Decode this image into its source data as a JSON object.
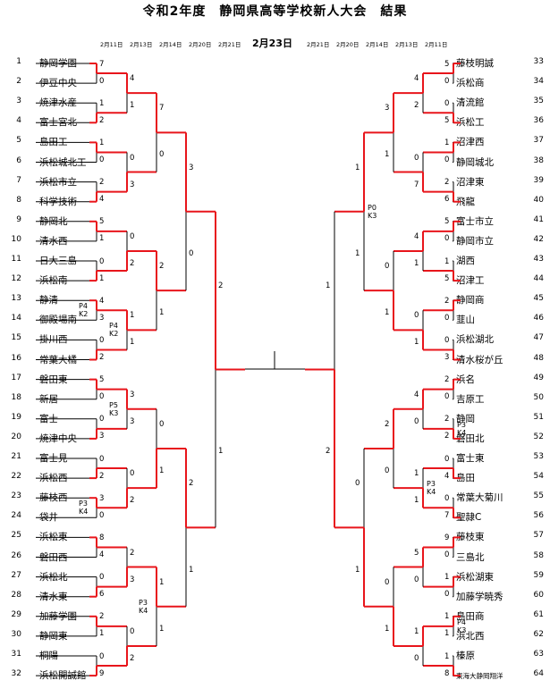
{
  "title": "令和2年度　静岡県高等学校新人大会　結果",
  "dates_left": [
    "2月11日",
    "2月13日",
    "2月14日",
    "2月20日",
    "2月21日"
  ],
  "final_date": "2月23日",
  "dates_right": [
    "2月21日",
    "2月20日",
    "2月14日",
    "2月13日",
    "2月11日"
  ],
  "left_teams": [
    {
      "seed": "1",
      "name": "静岡学園"
    },
    {
      "seed": "2",
      "name": "伊豆中央"
    },
    {
      "seed": "3",
      "name": "焼津水産"
    },
    {
      "seed": "4",
      "name": "富士宮北"
    },
    {
      "seed": "5",
      "name": "島田工"
    },
    {
      "seed": "6",
      "name": "浜松城北工"
    },
    {
      "seed": "7",
      "name": "浜松市立"
    },
    {
      "seed": "8",
      "name": "科学技術"
    },
    {
      "seed": "9",
      "name": "静岡北"
    },
    {
      "seed": "10",
      "name": "清水西"
    },
    {
      "seed": "11",
      "name": "日大三島"
    },
    {
      "seed": "12",
      "name": "浜松南"
    },
    {
      "seed": "13",
      "name": "静清"
    },
    {
      "seed": "14",
      "name": "御殿場南"
    },
    {
      "seed": "15",
      "name": "掛川西"
    },
    {
      "seed": "16",
      "name": "常葉大橘"
    },
    {
      "seed": "17",
      "name": "磐田東"
    },
    {
      "seed": "18",
      "name": "新居"
    },
    {
      "seed": "19",
      "name": "富士"
    },
    {
      "seed": "20",
      "name": "焼津中央"
    },
    {
      "seed": "21",
      "name": "富士見"
    },
    {
      "seed": "22",
      "name": "浜松西"
    },
    {
      "seed": "23",
      "name": "藤枝西"
    },
    {
      "seed": "24",
      "name": "袋井"
    },
    {
      "seed": "25",
      "name": "浜松東"
    },
    {
      "seed": "26",
      "name": "磐田西"
    },
    {
      "seed": "27",
      "name": "浜松北"
    },
    {
      "seed": "28",
      "name": "清水東"
    },
    {
      "seed": "29",
      "name": "加藤学園"
    },
    {
      "seed": "30",
      "name": "静岡東"
    },
    {
      "seed": "31",
      "name": "桐陽"
    },
    {
      "seed": "32",
      "name": "浜松開誠館"
    }
  ],
  "right_teams": [
    {
      "seed": "33",
      "name": "藤枝明誠"
    },
    {
      "seed": "34",
      "name": "浜松商"
    },
    {
      "seed": "35",
      "name": "清流館"
    },
    {
      "seed": "36",
      "name": "浜松工"
    },
    {
      "seed": "37",
      "name": "沼津西"
    },
    {
      "seed": "38",
      "name": "静岡城北"
    },
    {
      "seed": "39",
      "name": "沼津東"
    },
    {
      "seed": "40",
      "name": "飛龍"
    },
    {
      "seed": "41",
      "name": "富士市立"
    },
    {
      "seed": "42",
      "name": "静岡市立"
    },
    {
      "seed": "43",
      "name": "湖西"
    },
    {
      "seed": "44",
      "name": "沼津工"
    },
    {
      "seed": "45",
      "name": "静岡商"
    },
    {
      "seed": "46",
      "name": "韮山"
    },
    {
      "seed": "47",
      "name": "浜松湖北"
    },
    {
      "seed": "48",
      "name": "清水桜が丘"
    },
    {
      "seed": "49",
      "name": "浜名"
    },
    {
      "seed": "50",
      "name": "吉原工"
    },
    {
      "seed": "51",
      "name": "静岡"
    },
    {
      "seed": "52",
      "name": "磐田北"
    },
    {
      "seed": "53",
      "name": "富士東"
    },
    {
      "seed": "54",
      "name": "島田"
    },
    {
      "seed": "55",
      "name": "常葉大菊川"
    },
    {
      "seed": "56",
      "name": "聖隷C"
    },
    {
      "seed": "57",
      "name": "藤枝東"
    },
    {
      "seed": "58",
      "name": "三島北"
    },
    {
      "seed": "59",
      "name": "浜松湖東"
    },
    {
      "seed": "60",
      "name": "加藤学暁秀"
    },
    {
      "seed": "61",
      "name": "島田商"
    },
    {
      "seed": "62",
      "name": "浜北西"
    },
    {
      "seed": "63",
      "name": "榛原"
    },
    {
      "seed": "64",
      "name": "東海大静岡翔洋"
    }
  ],
  "left_rounds": [
    [
      {
        "top": "7",
        "bot": "0",
        "w": "top"
      },
      {
        "top": "1",
        "bot": "2",
        "w": "bot"
      },
      {
        "top": "1",
        "bot": "0",
        "w": "top"
      },
      {
        "top": "2",
        "bot": "4",
        "w": "bot"
      },
      {
        "top": "5",
        "bot": "1",
        "w": "top"
      },
      {
        "top": "0",
        "bot": "1",
        "w": "bot"
      },
      {
        "top": "4",
        "bot": "3",
        "w": "top",
        "pk": "P4 K2"
      },
      {
        "top": "0",
        "bot": "2",
        "w": "bot"
      },
      {
        "top": "5",
        "bot": "0",
        "w": "top"
      },
      {
        "top": "0",
        "bot": "3",
        "w": "bot"
      },
      {
        "top": "0",
        "bot": "2",
        "w": "bot"
      },
      {
        "top": "3",
        "bot": "0",
        "w": "top",
        "pk": "P3 K4"
      },
      {
        "top": "8",
        "bot": "4",
        "w": "top"
      },
      {
        "top": "0",
        "bot": "6",
        "w": "bot"
      },
      {
        "top": "2",
        "bot": "1",
        "w": "top"
      },
      {
        "top": "0",
        "bot": "9",
        "w": "bot"
      }
    ],
    [
      {
        "top": "4",
        "bot": "1",
        "w": "top"
      },
      {
        "top": "0",
        "bot": "3",
        "w": "bot"
      },
      {
        "top": "0",
        "bot": "2",
        "w": "bot"
      },
      {
        "top": "1",
        "bot": "1",
        "w": "top",
        "pk": "P4 K2"
      },
      {
        "top": "3",
        "bot": "3",
        "w": "top",
        "pk": "P5 K3"
      },
      {
        "top": "0",
        "bot": "2",
        "w": "bot"
      },
      {
        "top": "2",
        "bot": "3",
        "w": "bot"
      },
      {
        "top": "0",
        "bot": "2",
        "w": "bot"
      }
    ],
    [
      {
        "top": "7",
        "bot": "0",
        "w": "top"
      },
      {
        "top": "2",
        "bot": "1",
        "w": "top"
      },
      {
        "top": "0",
        "bot": "1",
        "w": "bot"
      },
      {
        "top": "1",
        "bot": "1",
        "w": "top",
        "pk": "P3 K4"
      }
    ],
    [
      {
        "top": "3",
        "bot": "0",
        "w": "top"
      },
      {
        "top": "2",
        "bot": "1",
        "w": "top"
      }
    ],
    [
      {
        "top": "2",
        "bot": "1",
        "w": "top"
      }
    ]
  ],
  "right_rounds": [
    [
      {
        "top": "5",
        "bot": "0",
        "w": "top"
      },
      {
        "top": "0",
        "bot": "5",
        "w": "bot"
      },
      {
        "top": "1",
        "bot": "0",
        "w": "top"
      },
      {
        "top": "2",
        "bot": "6",
        "w": "bot"
      },
      {
        "top": "5",
        "bot": "0",
        "w": "top"
      },
      {
        "top": "1",
        "bot": "5",
        "w": "bot"
      },
      {
        "top": "2",
        "bot": "0",
        "w": "top"
      },
      {
        "top": "0",
        "bot": "3",
        "w": "bot"
      },
      {
        "top": "2",
        "bot": "0",
        "w": "top"
      },
      {
        "top": "2",
        "bot": "2",
        "w": "bot",
        "pk": "P3 K4"
      },
      {
        "top": "0",
        "bot": "4",
        "w": "bot"
      },
      {
        "top": "0",
        "bot": "7",
        "w": "bot"
      },
      {
        "top": "9",
        "bot": "0",
        "w": "top"
      },
      {
        "top": "1",
        "bot": "0",
        "w": "top"
      },
      {
        "top": "1",
        "bot": "1",
        "w": "top",
        "pk": "P4 K3"
      },
      {
        "top": "1",
        "bot": "8",
        "w": "bot"
      }
    ],
    [
      {
        "top": "4",
        "bot": "2",
        "w": "top"
      },
      {
        "top": "0",
        "bot": "7",
        "w": "bot"
      },
      {
        "top": "4",
        "bot": "1",
        "w": "top"
      },
      {
        "top": "0",
        "bot": "1",
        "w": "bot"
      },
      {
        "top": "4",
        "bot": "0",
        "w": "top"
      },
      {
        "top": "1",
        "bot": "1",
        "w": "bot",
        "pk": "P3 K4"
      },
      {
        "top": "5",
        "bot": "0",
        "w": "top"
      },
      {
        "top": "1",
        "bot": "0",
        "w": "top"
      }
    ],
    [
      {
        "top": "3",
        "bot": "1",
        "w": "top"
      },
      {
        "top": "0",
        "bot": "1",
        "w": "bot"
      },
      {
        "top": "2",
        "bot": "0",
        "w": "top"
      },
      {
        "top": "0",
        "bot": "1",
        "w": "bot"
      }
    ],
    [
      {
        "top": "1",
        "bot": "1",
        "w": "top",
        "pk": "P0 K3"
      },
      {
        "top": "0",
        "bot": "1",
        "w": "bot"
      }
    ],
    [
      {
        "top": "1",
        "bot": "2",
        "w": "bot"
      }
    ]
  ],
  "colors": {
    "win": "#e8151b",
    "line": "#000000",
    "text": "#000000"
  }
}
